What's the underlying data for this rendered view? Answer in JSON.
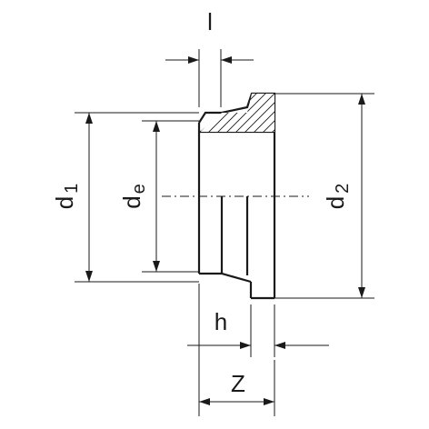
{
  "labels": {
    "l": "l",
    "d1_main": "d",
    "d1_sub": "1",
    "de_main": "d",
    "de_sub": "e",
    "d2_main": "d",
    "d2_sub": "2",
    "h": "h",
    "z": "Z"
  }
}
